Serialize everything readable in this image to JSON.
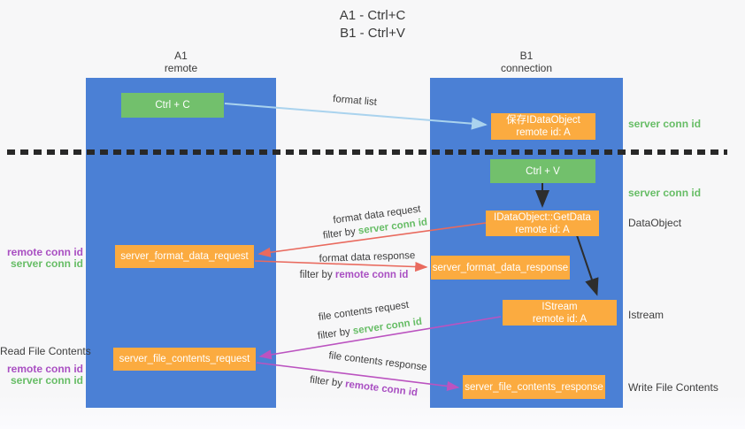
{
  "title": {
    "line1": "A1 - Ctrl+C",
    "line2": "B1 - Ctrl+V"
  },
  "columns": {
    "left": {
      "name": "A1",
      "subtitle": "remote"
    },
    "right": {
      "name": "B1",
      "subtitle": "connection"
    }
  },
  "boxes": {
    "ctrl_c": "Ctrl + C",
    "save_idataobject": {
      "title": "保存IDataObject",
      "subtitle": "remote id: A"
    },
    "ctrl_v": "Ctrl + V",
    "getdata": {
      "title": "IDataObject::GetData",
      "subtitle": "remote id: A"
    },
    "format_request": "server_format_data_request",
    "format_response": "server_format_data_response",
    "istream": {
      "title": "IStream",
      "subtitle": "remote id: A"
    },
    "file_request": "server_file_contents_request",
    "file_response": "server_file_contents_response"
  },
  "flow_labels": {
    "format_list": "format list",
    "format_data_request": "format data request",
    "format_data_response": "format data response",
    "file_contents_request": "file contents request",
    "file_contents_response": "file contents response",
    "filter_by": "filter by",
    "server_conn_id": "server conn id",
    "remote_conn_id": "remote conn id"
  },
  "side_labels": {
    "left": {
      "remote_conn_id_1": "remote conn id",
      "server_conn_id_1": "server conn id",
      "read_file_contents": "Read File Contents",
      "remote_conn_id_2": "remote conn id",
      "server_conn_id_2": "server conn id"
    },
    "right": {
      "server_conn_id_top": "server conn id",
      "server_conn_id_mid": "server conn id",
      "dataobject": "DataObject",
      "istream": "Istream",
      "write_file_contents": "Write File Contents"
    }
  },
  "colors": {
    "column_blue": "#4b80d5",
    "box_green": "#72c06c",
    "box_orange": "#fbab40",
    "green_text": "#67bd66",
    "purple_text": "#a94fc2",
    "arrow_red": "#e96a5e",
    "arrow_magenta": "#bb53c0",
    "arrow_light_blue": "#aad3ee",
    "arrow_black": "#2d2d2d"
  }
}
